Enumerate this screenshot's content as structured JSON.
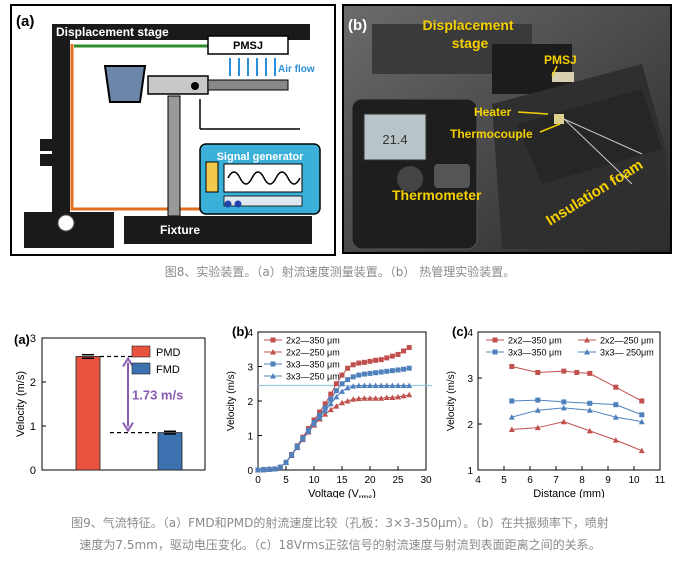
{
  "fig8": {
    "a": {
      "label": "(a)",
      "displacement_stage": "Displacement stage",
      "pmsj": "PMSJ",
      "air_flow": "Air flow",
      "signal_generator": "Signal generator",
      "fixture": "Fixture"
    },
    "b": {
      "label": "(b)",
      "displacement_stage": "Displacement\nstage",
      "pmsj": "PMSJ",
      "heater": "Heater",
      "thermocouple": "Thermocouple",
      "thermometer": "Thermometer",
      "insulation_foam": "Insulation foam",
      "display": "21.4"
    },
    "caption": "图8、实验装置。（a）射流速度测量装置。（b） 热管理实验装置。"
  },
  "fig9": {
    "caption_line1": "图9、气流特征。（a）FMD和PMD的射流速度比较（孔板：3×3-350μm）。（b）在共振频率下，喷射",
    "caption_line2": "速度为7.5mm，驱动电压变化。（c）18Vrms正弦信号的射流速度与射流到表面距离之间的关系。"
  },
  "chart_data": [
    {
      "type": "bar",
      "panel_label": "(a)",
      "categories": [
        "PMD",
        "FMD"
      ],
      "values": [
        2.58,
        0.85
      ],
      "errors": [
        0.04,
        0.03
      ],
      "colors": [
        "#e8523f",
        "#3c72b0"
      ],
      "ylabel": "Velocity (m/s)",
      "ylim": [
        0,
        3
      ],
      "yticks": [
        0,
        1,
        2,
        3
      ],
      "legend": [
        "PMD",
        "FMD"
      ],
      "legend_position": "top-right",
      "annotation": "1.73 m/s"
    },
    {
      "type": "line",
      "panel_label": "(b)",
      "xlabel": "Voltage (V",
      "xlabel_sub": "rms",
      "xlabel_end": ")",
      "ylabel": "Velocity (m/s)",
      "xlim": [
        0,
        30
      ],
      "ylim": [
        0,
        4
      ],
      "xticks": [
        0,
        5,
        10,
        15,
        20,
        25,
        30
      ],
      "yticks": [
        0,
        1,
        2,
        3,
        4
      ],
      "reference_line": 2.45,
      "legend_position": "top-left",
      "series": [
        {
          "name": "2x2—350 μm",
          "color": "#c0504d",
          "marker": "square",
          "x": [
            0,
            1,
            2,
            3,
            4,
            5,
            6,
            7,
            8,
            9,
            10,
            11,
            12,
            13,
            14,
            15,
            16,
            17,
            18,
            19,
            20,
            21,
            22,
            23,
            24,
            25,
            26,
            27
          ],
          "y": [
            0,
            0.01,
            0.02,
            0.03,
            0.08,
            0.22,
            0.45,
            0.7,
            0.95,
            1.2,
            1.45,
            1.68,
            1.92,
            2.2,
            2.5,
            2.75,
            2.95,
            3.05,
            3.1,
            3.12,
            3.15,
            3.18,
            3.2,
            3.25,
            3.3,
            3.35,
            3.45,
            3.55
          ]
        },
        {
          "name": "2x2—250 μm",
          "color": "#c0504d",
          "marker": "triangle",
          "x": [
            0,
            1,
            2,
            3,
            4,
            5,
            6,
            7,
            8,
            9,
            10,
            11,
            12,
            13,
            14,
            15,
            16,
            17,
            18,
            19,
            20,
            21,
            22,
            23,
            24,
            25,
            26,
            27
          ],
          "y": [
            0,
            0.01,
            0.02,
            0.03,
            0.08,
            0.22,
            0.42,
            0.65,
            0.88,
            1.1,
            1.3,
            1.48,
            1.62,
            1.75,
            1.85,
            1.95,
            2.0,
            2.05,
            2.07,
            2.08,
            2.08,
            2.08,
            2.08,
            2.1,
            2.1,
            2.12,
            2.15,
            2.18
          ]
        },
        {
          "name": "3x3—350 μm",
          "color": "#4f81bd",
          "marker": "square",
          "x": [
            0,
            1,
            2,
            3,
            4,
            5,
            6,
            7,
            8,
            9,
            10,
            11,
            12,
            13,
            14,
            15,
            16,
            17,
            18,
            19,
            20,
            21,
            22,
            23,
            24,
            25,
            26,
            27
          ],
          "y": [
            0,
            0.01,
            0.02,
            0.03,
            0.08,
            0.22,
            0.44,
            0.68,
            0.92,
            1.15,
            1.38,
            1.58,
            1.8,
            2.05,
            2.3,
            2.5,
            2.62,
            2.7,
            2.75,
            2.78,
            2.8,
            2.82,
            2.84,
            2.86,
            2.88,
            2.9,
            2.92,
            2.95
          ]
        },
        {
          "name": "3x3—250 μm",
          "color": "#4f81bd",
          "marker": "triangle",
          "x": [
            0,
            1,
            2,
            3,
            4,
            5,
            6,
            7,
            8,
            9,
            10,
            11,
            12,
            13,
            14,
            15,
            16,
            17,
            18,
            19,
            20,
            21,
            22,
            23,
            24,
            25,
            26,
            27
          ],
          "y": [
            0,
            0.01,
            0.02,
            0.03,
            0.08,
            0.22,
            0.43,
            0.66,
            0.9,
            1.12,
            1.34,
            1.52,
            1.72,
            1.92,
            2.12,
            2.28,
            2.38,
            2.43,
            2.45,
            2.45,
            2.45,
            2.45,
            2.45,
            2.45,
            2.45,
            2.45,
            2.45,
            2.45
          ]
        }
      ]
    },
    {
      "type": "line",
      "panel_label": "(c)",
      "xlabel": "Distance (mm)",
      "ylabel": "Velocity (m/s)",
      "xlim": [
        4,
        11
      ],
      "ylim": [
        1,
        4
      ],
      "xticks": [
        4,
        5,
        6,
        7,
        8,
        9,
        10,
        11
      ],
      "yticks": [
        1,
        2,
        3,
        4
      ],
      "legend_position": "top",
      "series": [
        {
          "name": "2x2—350 μm",
          "color": "#c0504d",
          "marker": "square",
          "x": [
            5.3,
            6.3,
            7.3,
            7.8,
            8.3,
            9.3,
            10.3
          ],
          "y": [
            3.25,
            3.12,
            3.15,
            3.12,
            3.1,
            2.8,
            2.5
          ]
        },
        {
          "name": "2x2—250 μm",
          "color": "#c0504d",
          "marker": "triangle",
          "x": [
            5.3,
            6.3,
            7.3,
            8.3,
            9.3,
            10.3
          ],
          "y": [
            1.88,
            1.92,
            2.05,
            1.85,
            1.65,
            1.42
          ]
        },
        {
          "name": "3x3—350 μm",
          "color": "#4f81bd",
          "marker": "square",
          "x": [
            5.3,
            6.3,
            7.3,
            8.3,
            9.3,
            10.3
          ],
          "y": [
            2.5,
            2.52,
            2.48,
            2.45,
            2.42,
            2.2
          ]
        },
        {
          "name": "3x3— 250μm",
          "color": "#4f81bd",
          "marker": "triangle",
          "x": [
            5.3,
            6.3,
            7.3,
            8.3,
            9.3,
            10.3
          ],
          "y": [
            2.15,
            2.3,
            2.35,
            2.3,
            2.15,
            2.05
          ]
        }
      ]
    }
  ]
}
